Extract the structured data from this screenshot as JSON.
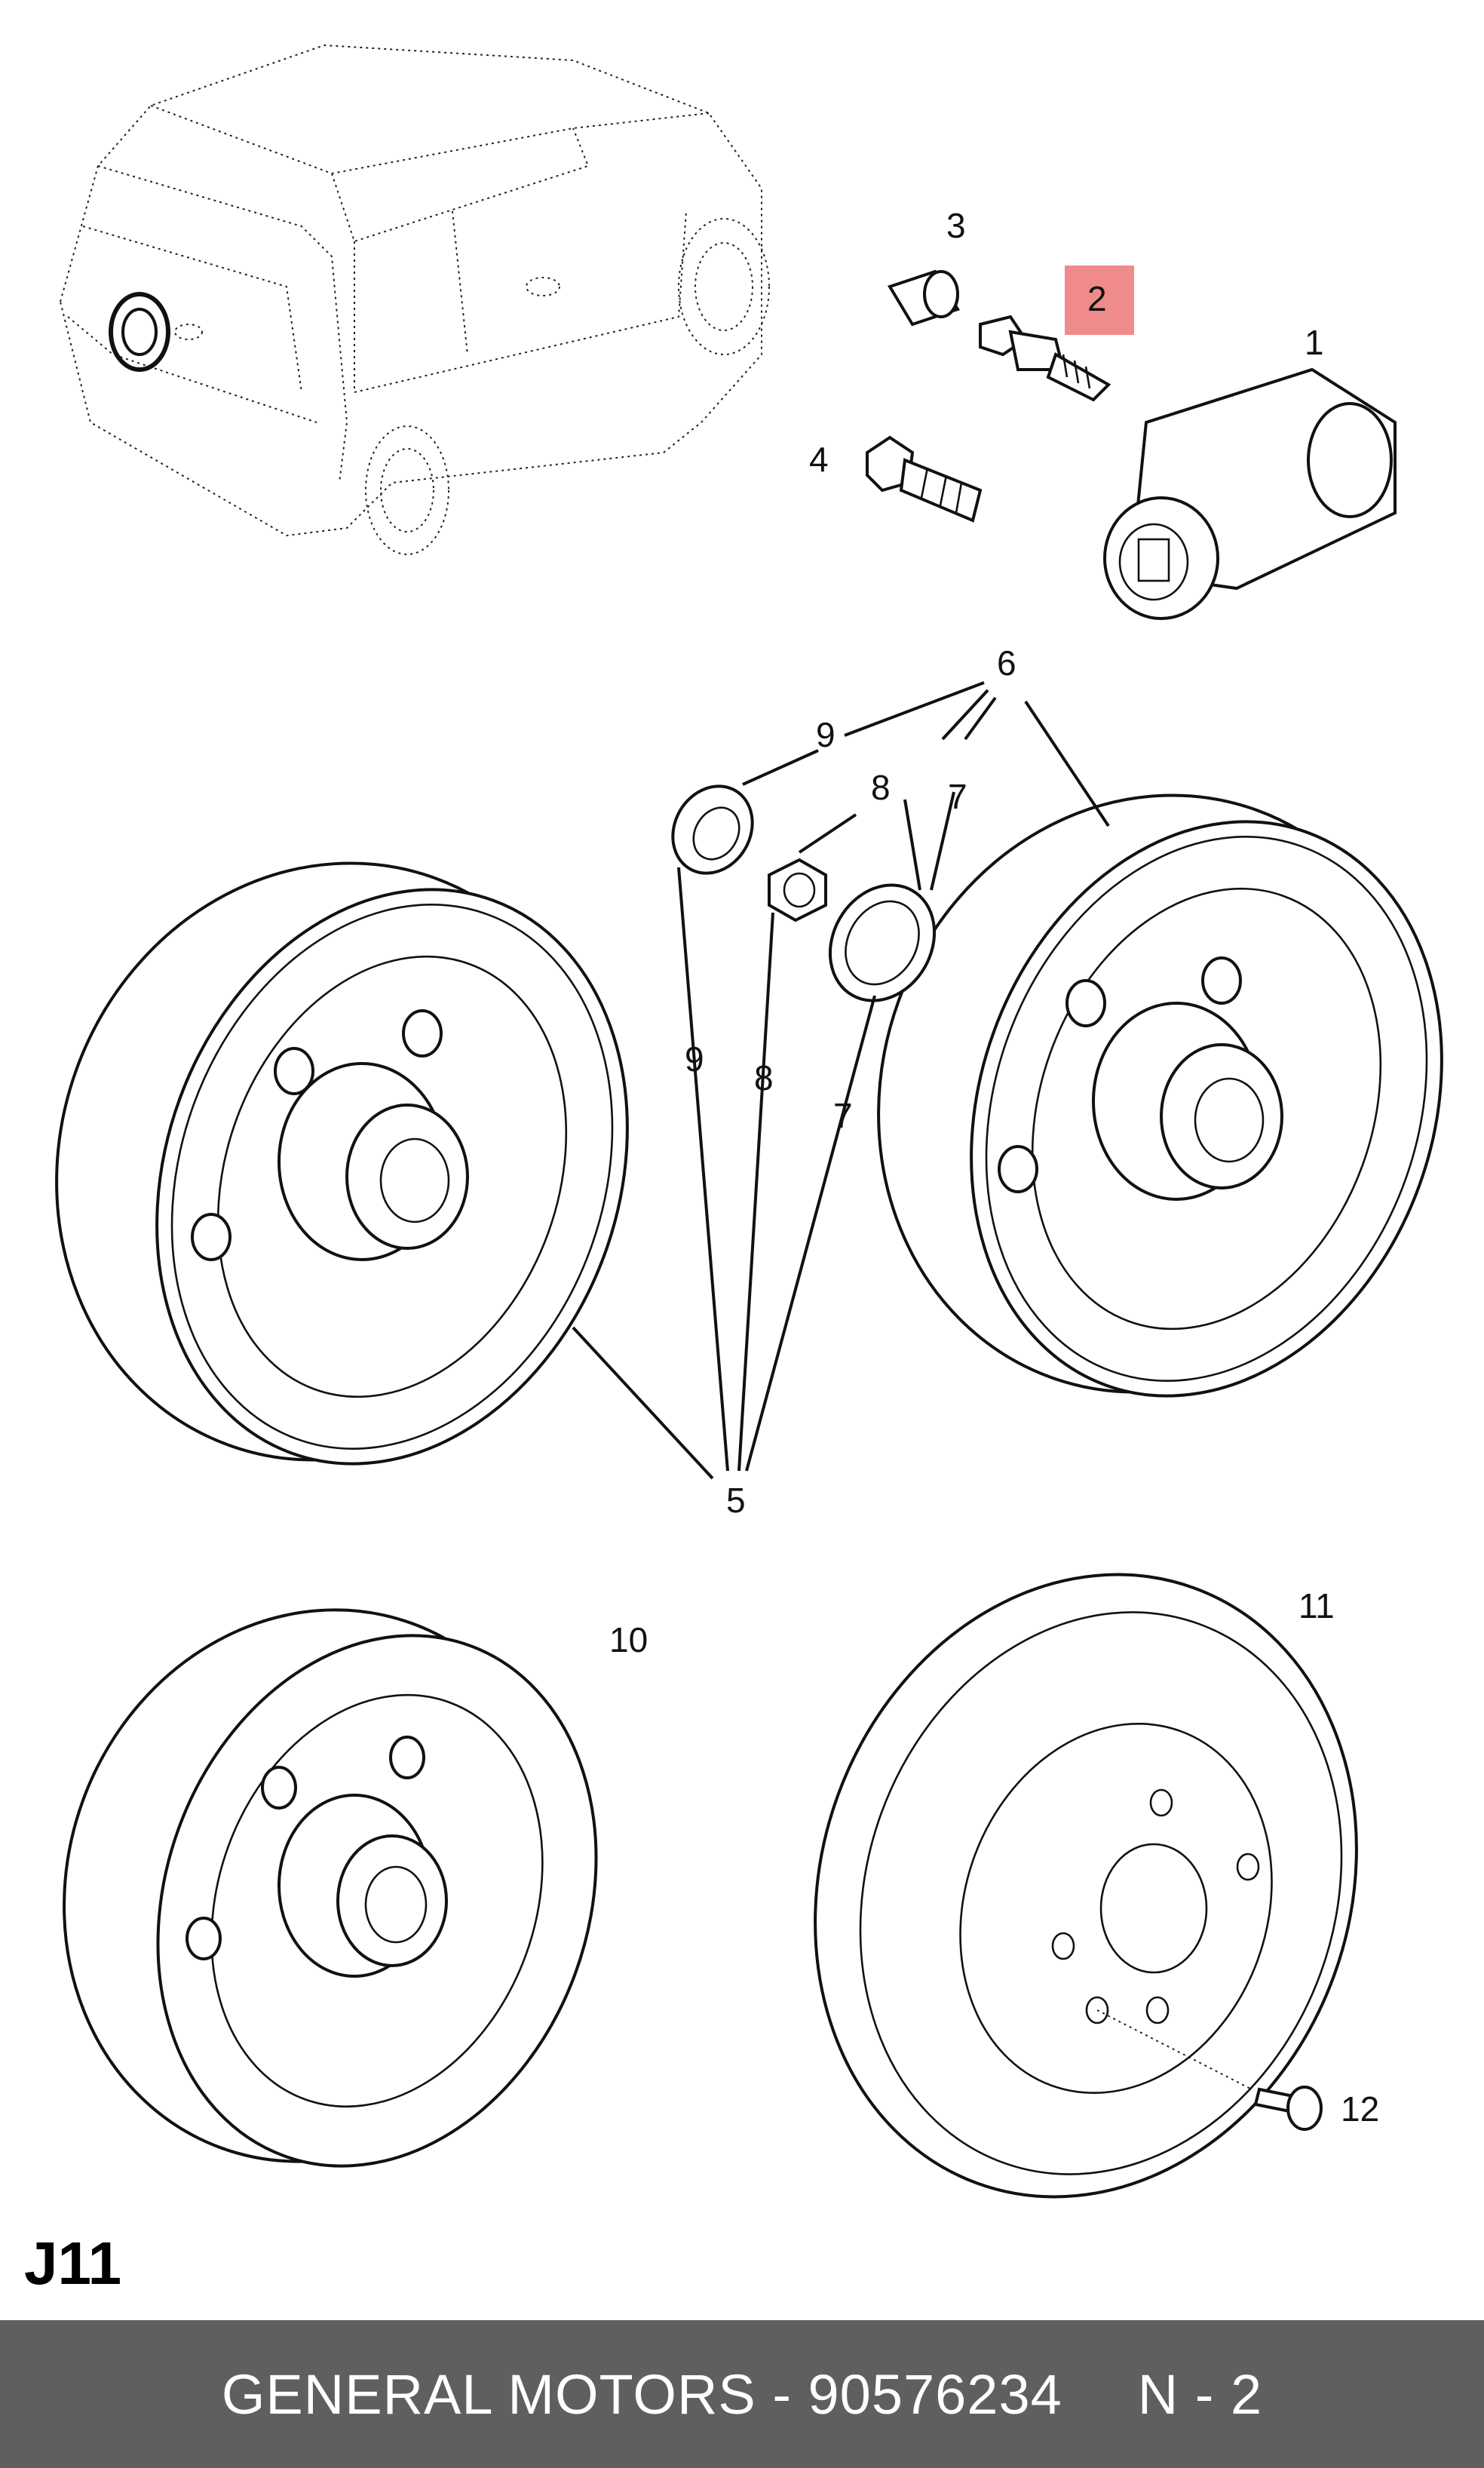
{
  "diagram": {
    "page_code": "J11",
    "highlight_color": "#f08b8b",
    "callouts": {
      "c1": "1",
      "c2": "2",
      "c3": "3",
      "c4": "4",
      "c5": "5",
      "c6": "6",
      "c7a": "7",
      "c7b": "7",
      "c8a": "8",
      "c8b": "8",
      "c9a": "9",
      "c9b": "9",
      "c10": "10",
      "c11": "11",
      "c12": "12"
    },
    "highlighted_part": "2"
  },
  "footer": {
    "brand_part": "GENERAL MOTORS - 90576234",
    "page_ref": "N - 2",
    "background_color": "#5f5f5f"
  }
}
